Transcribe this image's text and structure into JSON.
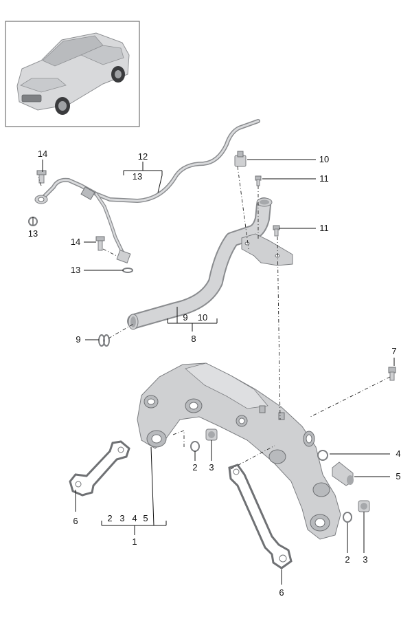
{
  "diagram": {
    "labels": {
      "l1": "1",
      "l2a": "2",
      "l2b": "2",
      "l3a": "3",
      "l3b": "3",
      "l4": "4",
      "l5": "5",
      "l6a": "6",
      "l6b": "6",
      "l7": "7",
      "l8": "8",
      "l9": "9",
      "l10": "10",
      "l11a": "11",
      "l11b": "11",
      "l12": "12",
      "l13a": "13",
      "l13b": "13",
      "l13c": "13",
      "l14a": "14",
      "l14b": "14",
      "g1_2": "2",
      "g1_3": "3",
      "g1_4": "4",
      "g1_5": "5",
      "g8_9": "9",
      "g8_10": "10"
    },
    "colors": {
      "part": "#cfd0d2",
      "outline": "#7b7d80",
      "leader": "#111111"
    }
  }
}
